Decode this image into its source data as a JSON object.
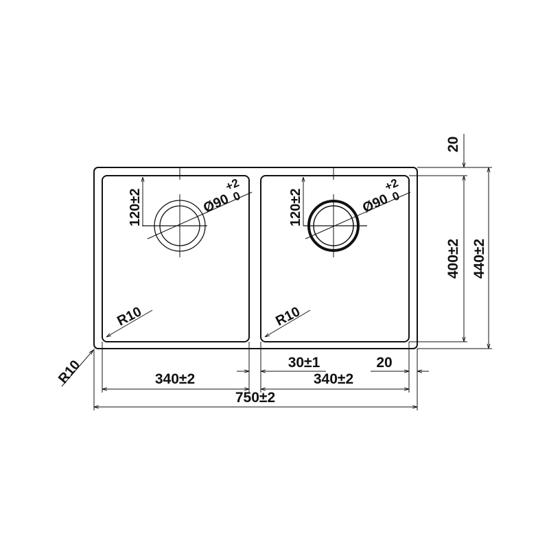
{
  "drawing": {
    "left_bowl": {
      "drain_depth": "120±2",
      "drain_diameter": "Ø90",
      "tol_upper": "+2",
      "tol_lower": "0",
      "corner_radius": "R10",
      "width": "340±2"
    },
    "right_bowl": {
      "drain_depth": "120±2",
      "drain_diameter": "Ø90",
      "tol_upper": "+2",
      "tol_lower": "0",
      "corner_radius": "R10",
      "width": "340±2"
    },
    "outer_radius": "R10",
    "divider_width": "30±1",
    "rim_width": "20",
    "overall_width": "750±2",
    "top_rim": "20",
    "bowl_depth": "400±2",
    "overall_depth": "440±2",
    "line_color": "#111111"
  }
}
